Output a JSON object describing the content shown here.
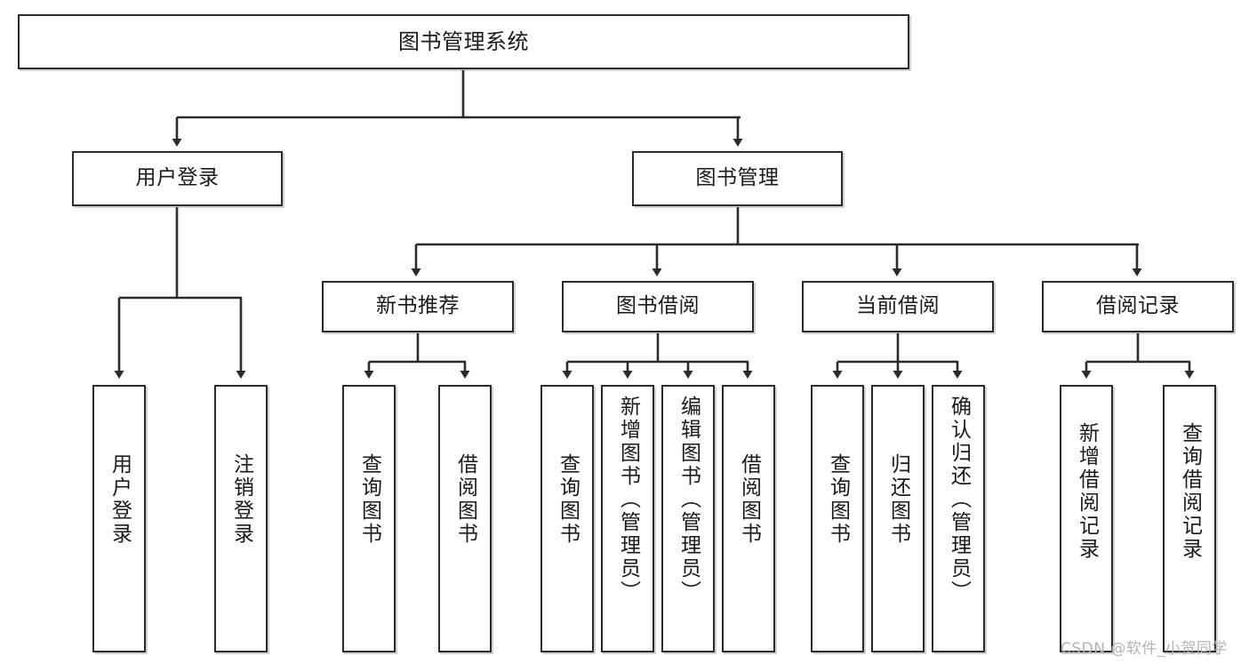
{
  "diagram": {
    "title": "图书管理系统",
    "type": "tree",
    "watermark": "CSDN @软件_小贺同学",
    "colors": {
      "box_border": "#2b2b2b",
      "box_fill": "#ffffff",
      "connector": "#2b2b2b",
      "text": "#1a1a1a",
      "watermark": "#b4b4b4",
      "background": "#ffffff"
    },
    "levels": {
      "root": "图书管理系统",
      "level2": [
        "用户登录",
        "图书管理"
      ],
      "level3": [
        "新书推荐",
        "图书借阅",
        "当前借阅",
        "借阅记录"
      ]
    },
    "nodes": {
      "root": {
        "label": "图书管理系统",
        "orient": "horizontal"
      },
      "user_login": {
        "label": "用户登录",
        "orient": "horizontal"
      },
      "book_manage": {
        "label": "图书管理",
        "orient": "horizontal"
      },
      "new_book_rec": {
        "label": "新书推荐",
        "orient": "horizontal"
      },
      "book_borrow": {
        "label": "图书借阅",
        "orient": "horizontal"
      },
      "current_borrow": {
        "label": "当前借阅",
        "orient": "horizontal"
      },
      "borrow_record": {
        "label": "借阅记录",
        "orient": "horizontal"
      },
      "leaf_user_login": {
        "label": "用户登录",
        "orient": "vertical"
      },
      "leaf_user_logout": {
        "label": "注销登录",
        "orient": "vertical"
      },
      "leaf_rec_query": {
        "label": "查询图书",
        "orient": "vertical"
      },
      "leaf_rec_borrow": {
        "label": "借阅图书",
        "orient": "vertical"
      },
      "leaf_bb_query": {
        "label": "查询图书",
        "orient": "vertical"
      },
      "leaf_bb_add": {
        "label": "新增图书（管理员）",
        "orient": "vertical"
      },
      "leaf_bb_edit": {
        "label": "编辑图书（管理员）",
        "orient": "vertical"
      },
      "leaf_bb_borrow": {
        "label": "借阅图书",
        "orient": "vertical"
      },
      "leaf_cb_query": {
        "label": "查询图书",
        "orient": "vertical"
      },
      "leaf_cb_return": {
        "label": "归还图书",
        "orient": "vertical"
      },
      "leaf_cb_confirm": {
        "label": "确认归还（管理员）",
        "orient": "vertical"
      },
      "leaf_br_add": {
        "label": "新增借阅记录",
        "orient": "vertical"
      },
      "leaf_br_query": {
        "label": "查询借阅记录",
        "orient": "vertical"
      }
    },
    "edges": [
      {
        "from": "图书管理系统",
        "to": "用户登录"
      },
      {
        "from": "图书管理系统",
        "to": "图书管理"
      },
      {
        "from": "用户登录",
        "to": "用户登录"
      },
      {
        "from": "用户登录",
        "to": "注销登录"
      },
      {
        "from": "图书管理",
        "to": "新书推荐"
      },
      {
        "from": "图书管理",
        "to": "图书借阅"
      },
      {
        "from": "图书管理",
        "to": "当前借阅"
      },
      {
        "from": "图书管理",
        "to": "借阅记录"
      },
      {
        "from": "新书推荐",
        "to": "查询图书"
      },
      {
        "from": "新书推荐",
        "to": "借阅图书"
      },
      {
        "from": "图书借阅",
        "to": "查询图书"
      },
      {
        "from": "图书借阅",
        "to": "新增图书（管理员）"
      },
      {
        "from": "图书借阅",
        "to": "编辑图书（管理员）"
      },
      {
        "from": "图书借阅",
        "to": "借阅图书"
      },
      {
        "from": "当前借阅",
        "to": "查询图书"
      },
      {
        "from": "当前借阅",
        "to": "归还图书"
      },
      {
        "from": "当前借阅",
        "to": "确认归还（管理员）"
      },
      {
        "from": "借阅记录",
        "to": "新增借阅记录"
      },
      {
        "from": "借阅记录",
        "to": "查询借阅记录"
      }
    ]
  }
}
